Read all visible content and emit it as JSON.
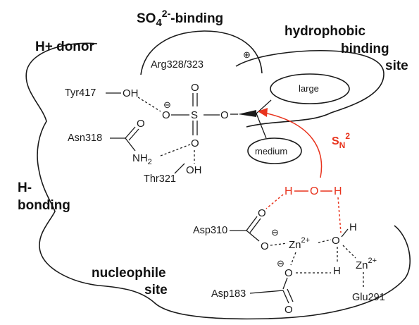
{
  "regions": {
    "h_donor": "H+ donor",
    "sulfate_binding_main": "SO",
    "sulfate_binding_sub": "4",
    "sulfate_binding_sup": "2-",
    "sulfate_binding_suffix": "-binding",
    "hydrophobic_line1": "hydrophobic",
    "hydrophobic_line2": "binding",
    "hydrophobic_line3": "site",
    "h_bonding_line1": "H-",
    "h_bonding_line2": "bonding",
    "nucleophile_line1": "nucleophile",
    "nucleophile_line2": "site"
  },
  "residues": {
    "tyr": "Tyr417",
    "arg": "Arg328/323",
    "asn": "Asn318",
    "thr": "Thr321",
    "asp310": "Asp310",
    "asp183": "Asp183",
    "glu": "Glu291"
  },
  "pockets": {
    "large": "large",
    "medium": "medium"
  },
  "atoms": {
    "oh": "OH",
    "o": "O",
    "s": "S",
    "nh": "NH",
    "nh_sub": "2",
    "h": "H",
    "zn": "Zn",
    "zn_sup": "2+",
    "minus": "⊖",
    "plus": "⊕"
  },
  "reaction": {
    "label_main": "S",
    "label_sub": "N",
    "label_sup": "2"
  },
  "colors": {
    "ink": "#1a1a1a",
    "accent": "#e8331d"
  }
}
